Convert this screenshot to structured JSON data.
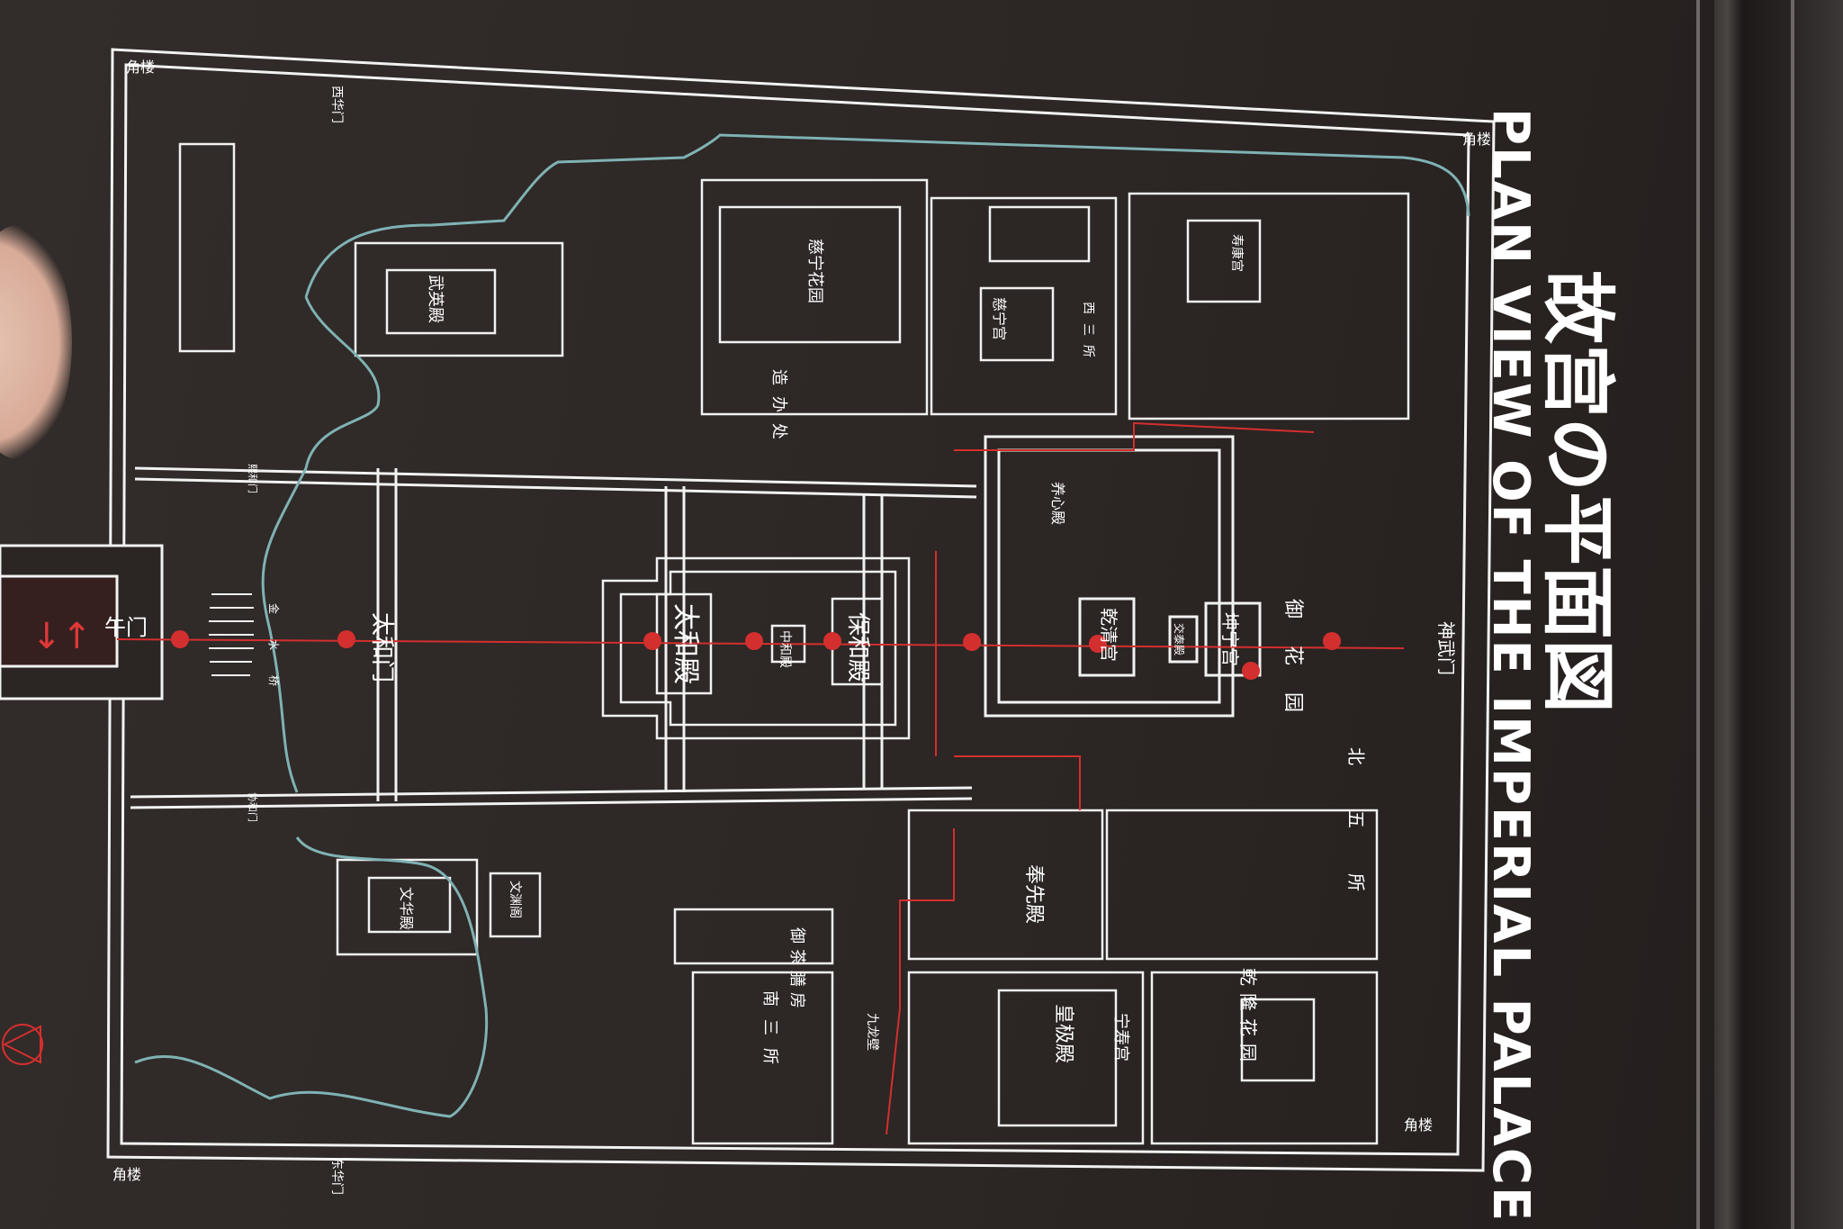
{
  "map": {
    "title_cn": "故宫の平面図",
    "title_en": "PLAN VIEW OF THE IMPERIAL PALACE",
    "colors": {
      "background": "#2b2523",
      "lines": "#ffffff",
      "route": "#d32f2f",
      "water": "#7fb2b3"
    },
    "gates": {
      "wumen": "午门",
      "shenwumen": "神武门",
      "xihuamen": "西华门",
      "donghuamen": "东华门",
      "taihemen": "太和门",
      "xihemen": "熙和门",
      "xiehemen": "协和门"
    },
    "halls": {
      "taihedian": "太和殿",
      "zhonghedian": "中和殿",
      "baohedian": "保和殿",
      "qianqinggong": "乾清宫",
      "jiaotaidian": "交泰殿",
      "kunninggong": "坤宁宫",
      "wuyingdian": "武英殿",
      "wenhuadian": "文华殿",
      "huangjidian": "皇极殿",
      "ningshougong": "宁寿宫",
      "fengxiandian": "奉先殿",
      "cininggong": "慈宁宫",
      "yangxindian": "养心殿",
      "shoukanggong": "寿康宫",
      "yuhuayuan": "御花园",
      "cining_huayuan": "慈宁花园",
      "qianlong_huayuan": "乾隆花园",
      "jiulongbi": "九龙壁",
      "zhaizhu": "造办处",
      "wenyuange": "文渊阁",
      "nansansuo": "南三所",
      "xisansuo": "西三所",
      "beiwusuo": "北五所",
      "yuchafang": "御茶膳房"
    },
    "features": {
      "jinshuiqiao": "金水桥",
      "jiaolou": "角楼"
    }
  }
}
